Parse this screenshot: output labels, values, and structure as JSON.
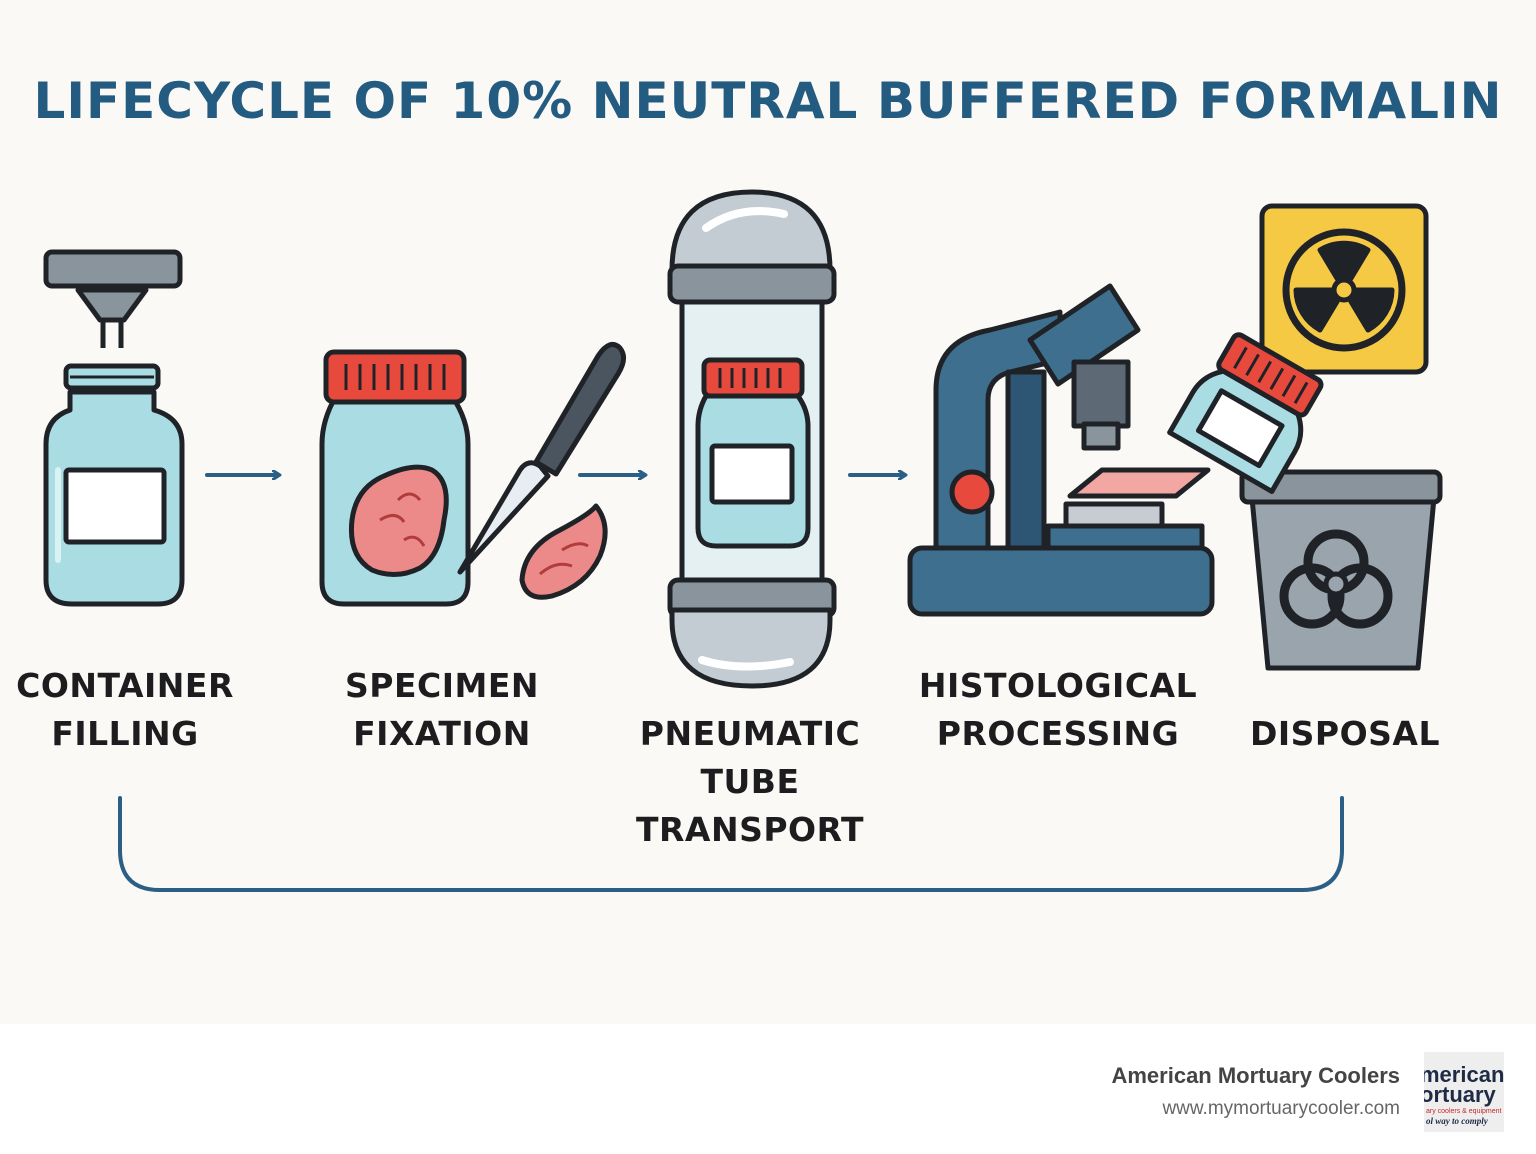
{
  "title": "LIFECYCLE OF 10% NEUTRAL BUFFERED FORMALIN",
  "stages": [
    {
      "lines": [
        "CONTAINER",
        "FILLING"
      ],
      "icon": "container-filling-icon"
    },
    {
      "lines": [
        "SPECIMEN",
        "FIXATION"
      ],
      "icon": "specimen-jar-scalpel-icon"
    },
    {
      "lines": [
        "PNEUMATIC",
        "TUBE",
        "TRANSPORT"
      ],
      "icon": "pneumatic-tube-capsule-icon"
    },
    {
      "lines": [
        "HISTOLOGICAL",
        "PROCESSING"
      ],
      "icon": "microscope-icon"
    },
    {
      "lines": [
        "DISPOSAL"
      ],
      "icon": "biohazard-bin-icon"
    }
  ],
  "footer": {
    "brand_name": "American Mortuary Coolers",
    "url": "www.mymortuarycooler.com",
    "logo_line1": "merican",
    "logo_line2": "ortuary",
    "logo_sub": "ary coolers & equipment",
    "logo_sub2": "ol way to comply"
  },
  "colors": {
    "title": "#245b80",
    "arrow": "#2b5f86",
    "bracket": "#2b5f86",
    "bottle": "#a9dde3",
    "cap": "#e8493d",
    "tissue": "#ec8a8a",
    "microscope": "#3f6f8f",
    "warning_sign": "#f6c945",
    "bin": "#9aa4ac"
  }
}
